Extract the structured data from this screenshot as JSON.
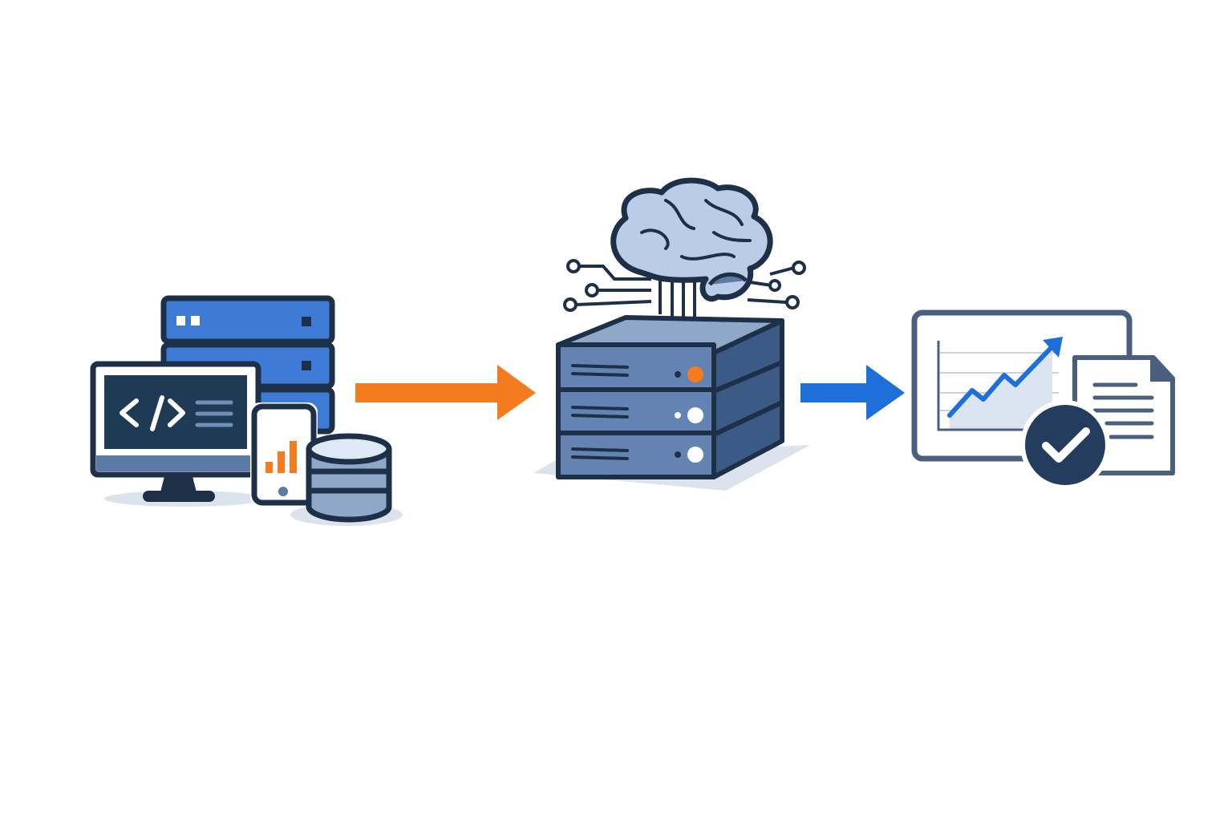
{
  "diagram": {
    "type": "flow",
    "stages": [
      {
        "id": "sources",
        "icons": [
          "server-rack-icon",
          "monitor-code-icon",
          "smartphone-chart-icon",
          "database-icon"
        ]
      },
      {
        "id": "processing",
        "icons": [
          "brain-icon",
          "circuit-lines-icon",
          "server-stack-icon"
        ]
      },
      {
        "id": "output",
        "icons": [
          "dashboard-chart-icon",
          "document-icon",
          "checkmark-circle-icon"
        ]
      }
    ],
    "connectors": [
      {
        "from": "sources",
        "to": "processing",
        "icon": "arrow-right-icon",
        "color": "#F47B20"
      },
      {
        "from": "processing",
        "to": "output",
        "icon": "arrow-right-icon",
        "color": "#1F6FD9"
      }
    ]
  },
  "colors": {
    "outline": "#1E3048",
    "blue": "#3D7BD6",
    "steel": "#5B7AA6",
    "orange": "#F47B20",
    "accent_blue": "#1F6FD9",
    "shadow": "#DCE3EC",
    "brain": "#B9CCE8"
  }
}
